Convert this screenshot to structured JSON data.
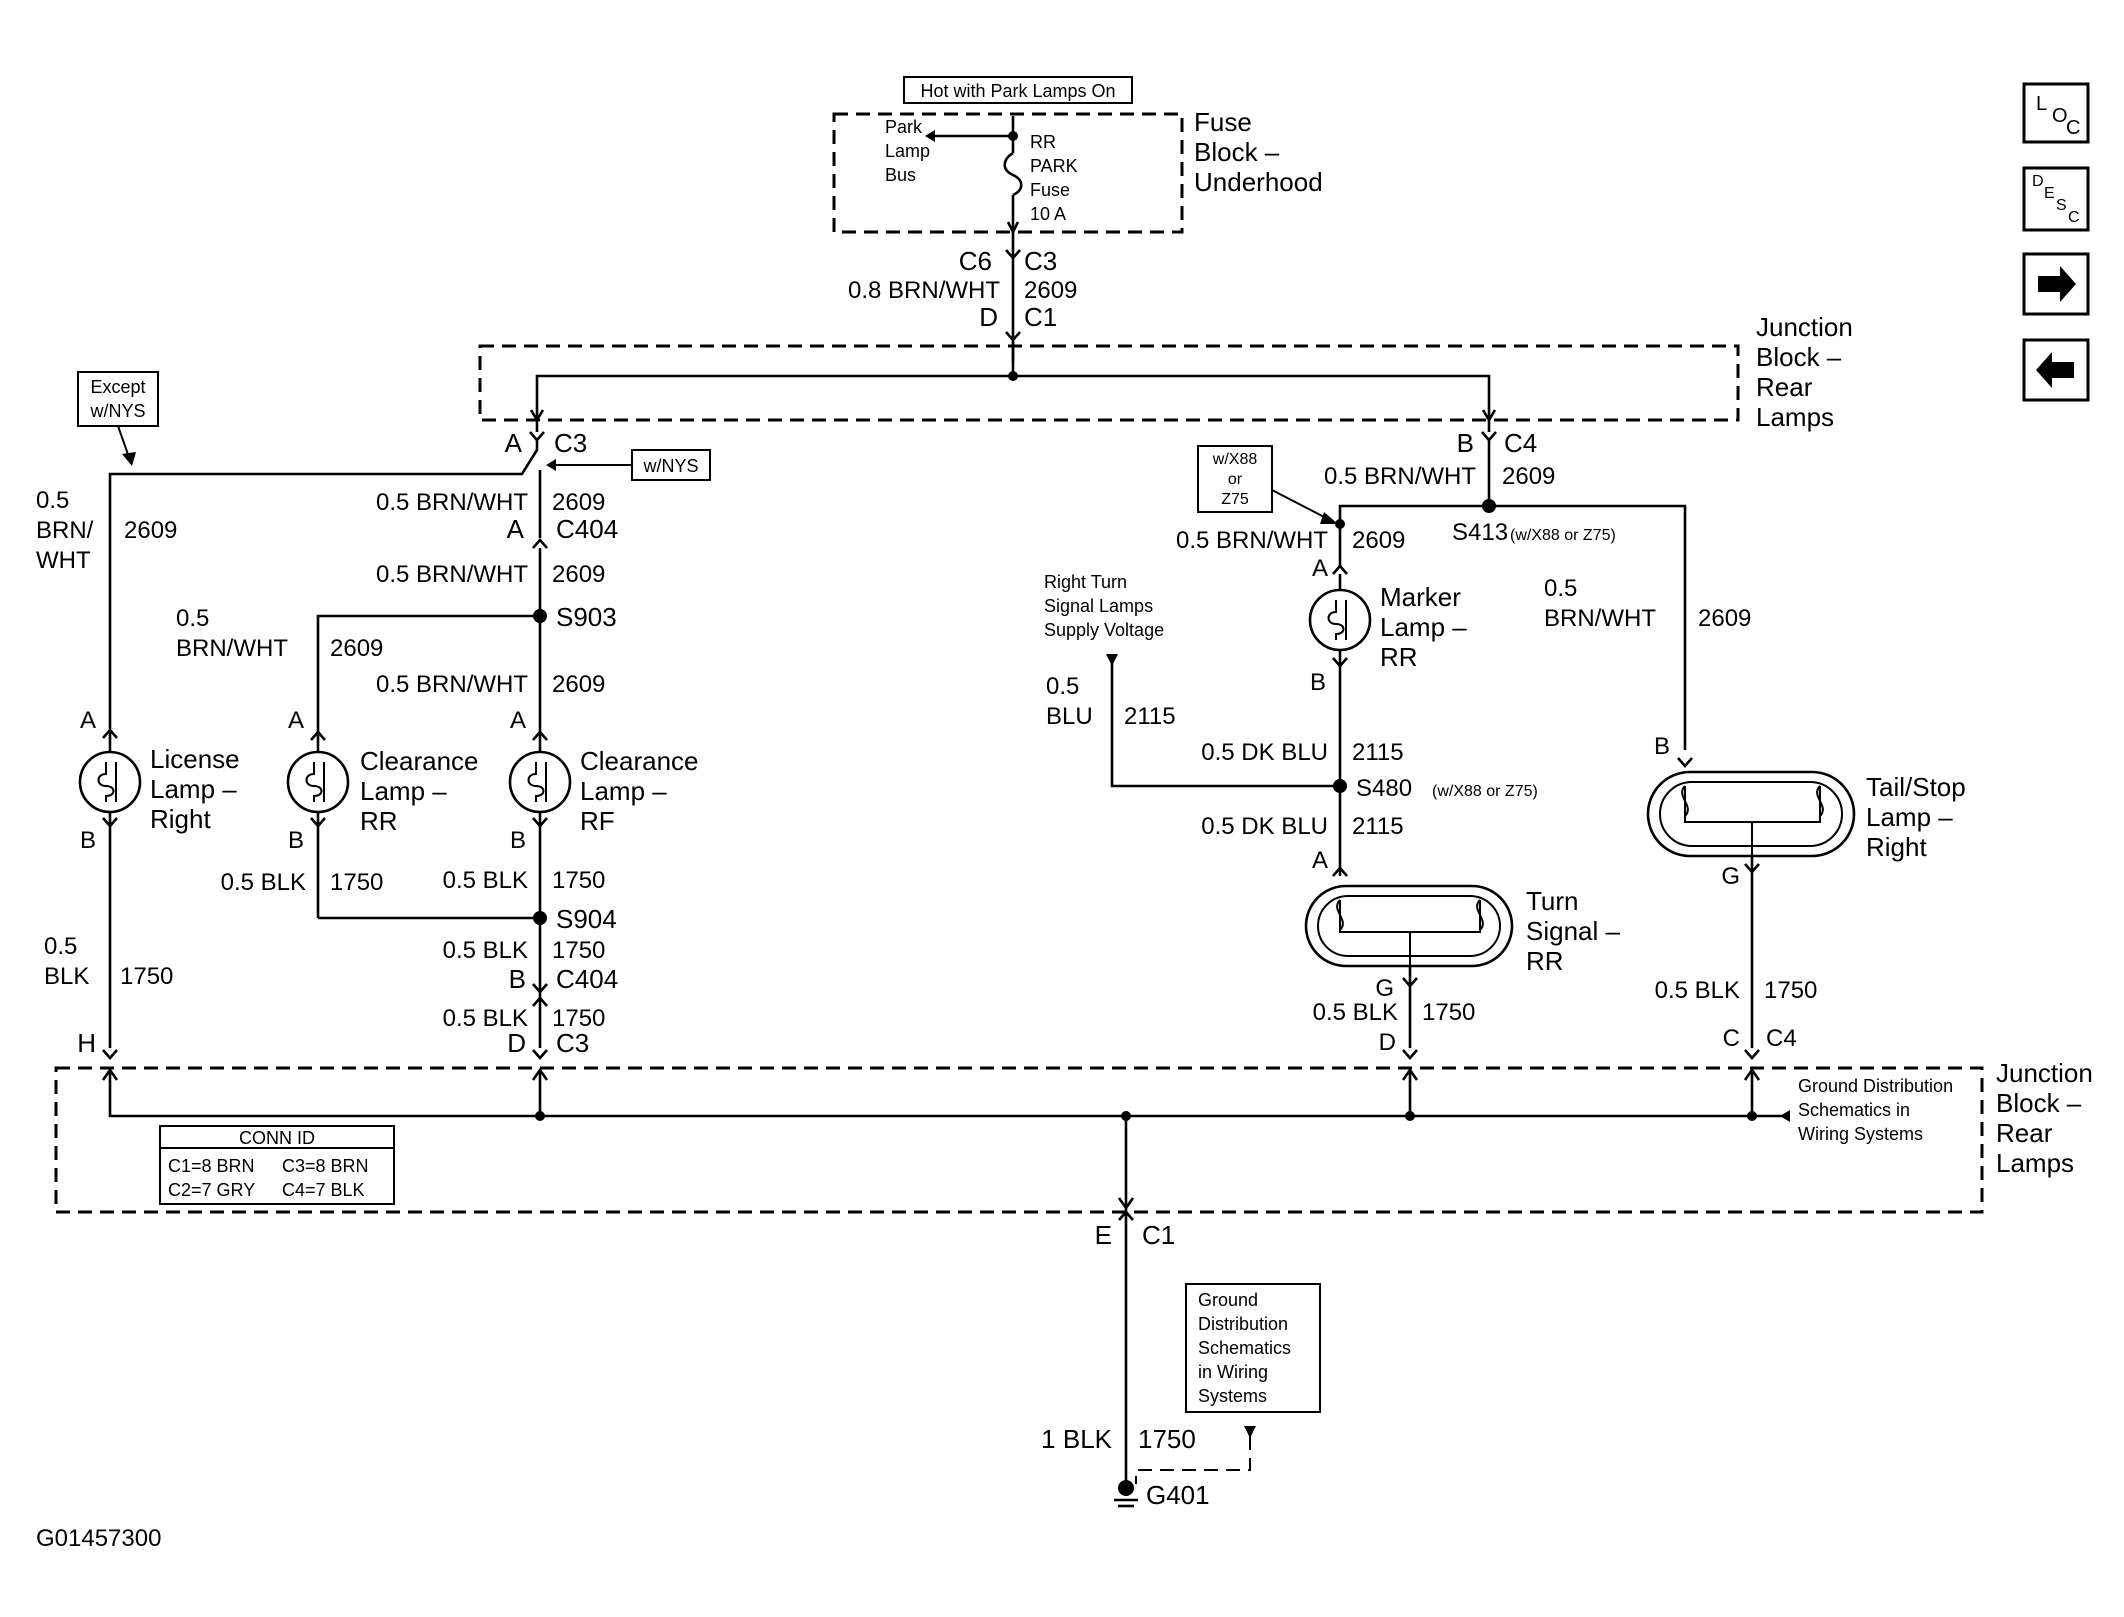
{
  "fuse_block": {
    "hot_label": "Hot with Park Lamps On",
    "title_lines": [
      "Fuse",
      "Block –",
      "Underhood"
    ],
    "bus_lines": [
      "Park",
      "Lamp",
      "Bus"
    ],
    "fuse_lines": [
      "RR",
      "PARK",
      "Fuse",
      "10 A"
    ]
  },
  "top_feed": {
    "c6": "C6",
    "c3": "C3",
    "wire": "0.8 BRN/WHT",
    "circuit": "2609",
    "d": "D",
    "c1": "C1"
  },
  "junction_top": {
    "title_lines": [
      "Junction",
      "Block –",
      "Rear",
      "Lamps"
    ]
  },
  "junction_bottom": {
    "title_lines": [
      "Junction",
      "Block –",
      "Rear",
      "Lamps"
    ],
    "ground_note_lines": [
      "Ground Distribution",
      "Schematics in",
      "Wiring Systems"
    ]
  },
  "conn_id": {
    "title": "CONN ID",
    "row1_left": "C1=8 BRN",
    "row1_right": "C3=8 BRN",
    "row2_left": "C2=7 GRY",
    "row2_right": "C4=7 BLK"
  },
  "option_labels": {
    "except_nys_lines": [
      "Except",
      "w/NYS"
    ],
    "w_nys": "w/NYS",
    "w_x88_lines": [
      "w/X88",
      "or",
      "Z75"
    ]
  },
  "left_branch": {
    "pin_a": "A",
    "c3": "C3",
    "wire_1": "0.5 BRN/WHT",
    "circuit_1": "2609",
    "c404_a": "A",
    "c404": "C404",
    "wire_2": "0.5 BRN/WHT",
    "circuit_2": "2609",
    "s903": "S903",
    "wire_3_lines": [
      "0.5",
      "BRN/WHT"
    ],
    "circuit_3": "2609",
    "wire_4": "0.5 BRN/WHT",
    "circuit_4": "2609",
    "lic_wire_lines": [
      "0.5",
      "BRN/",
      "WHT"
    ],
    "lic_circuit": "2609",
    "gnd_1": "0.5 BLK",
    "gnd_1_circuit": "1750",
    "gnd_2": "0.5 BLK",
    "gnd_2_circuit": "1750",
    "s904": "S904",
    "gnd_3": "0.5 BLK",
    "gnd_3_circuit": "1750",
    "c404_b": "B",
    "c404_b_label": "C404",
    "gnd_4": "0.5 BLK",
    "gnd_4_circuit": "1750",
    "c3_d": "D",
    "c3_d_label": "C3",
    "lic_gnd_lines": [
      "0.5",
      "BLK"
    ],
    "lic_gnd_circuit": "1750",
    "lic_h": "H"
  },
  "lamps": {
    "license": {
      "lines": [
        "License",
        "Lamp –",
        "Right"
      ],
      "pin_a": "A",
      "pin_b": "B"
    },
    "clear_rr": {
      "lines": [
        "Clearance",
        "Lamp –",
        "RR"
      ],
      "pin_a": "A",
      "pin_b": "B"
    },
    "clear_rf": {
      "lines": [
        "Clearance",
        "Lamp –",
        "RF"
      ],
      "pin_a": "A",
      "pin_b": "B"
    },
    "marker": {
      "lines": [
        "Marker",
        "Lamp –",
        "RR"
      ],
      "pin_a": "A",
      "pin_b": "B"
    },
    "turn": {
      "lines": [
        "Turn",
        "Signal –",
        "RR"
      ],
      "pin_a": "A",
      "pin_g": "G"
    },
    "tail": {
      "lines": [
        "Tail/Stop",
        "Lamp –",
        "Right"
      ],
      "pin_b": "B",
      "pin_g": "G"
    }
  },
  "right_branch": {
    "pin_b": "B",
    "c4": "C4",
    "wire_1": "0.5 BRN/WHT",
    "circuit_1": "2609",
    "s413": "S413",
    "s413_note": "(w/X88 or Z75)",
    "wire_2": "0.5 BRN/WHT",
    "circuit_2": "2609",
    "wire_3_lines": [
      "0.5",
      "BRN/WHT"
    ],
    "circuit_3": "2609",
    "turn_supply_lines": [
      "Right Turn",
      "Signal Lamps",
      "Supply Voltage"
    ],
    "blu_lines": [
      "0.5",
      "BLU"
    ],
    "blu_circuit": "2115",
    "dkblu_1": "0.5 DK BLU",
    "dkblu_1_circuit": "2115",
    "s480": "S480",
    "s480_note": "(w/X88 or Z75)",
    "dkblu_2": "0.5 DK BLU",
    "dkblu_2_circuit": "2115",
    "turn_gnd": "0.5 BLK",
    "turn_gnd_circuit": "1750",
    "turn_d": "D",
    "tail_gnd": "0.5 BLK",
    "tail_gnd_circuit": "1750",
    "tail_c": "C",
    "tail_c4": "C4"
  },
  "ground": {
    "e": "E",
    "c1": "C1",
    "wire": "1 BLK",
    "circuit": "1750",
    "g401": "G401",
    "note_lines": [
      "Ground",
      "Distribution",
      "Schematics",
      "in Wiring",
      "Systems"
    ]
  },
  "figure_id": "G01457300",
  "nav": {
    "loc_main": "L",
    "loc_sub1": "O",
    "loc_sub2": "C",
    "desc_1": "D",
    "desc_2": "E",
    "desc_3": "S",
    "desc_4": "C"
  }
}
